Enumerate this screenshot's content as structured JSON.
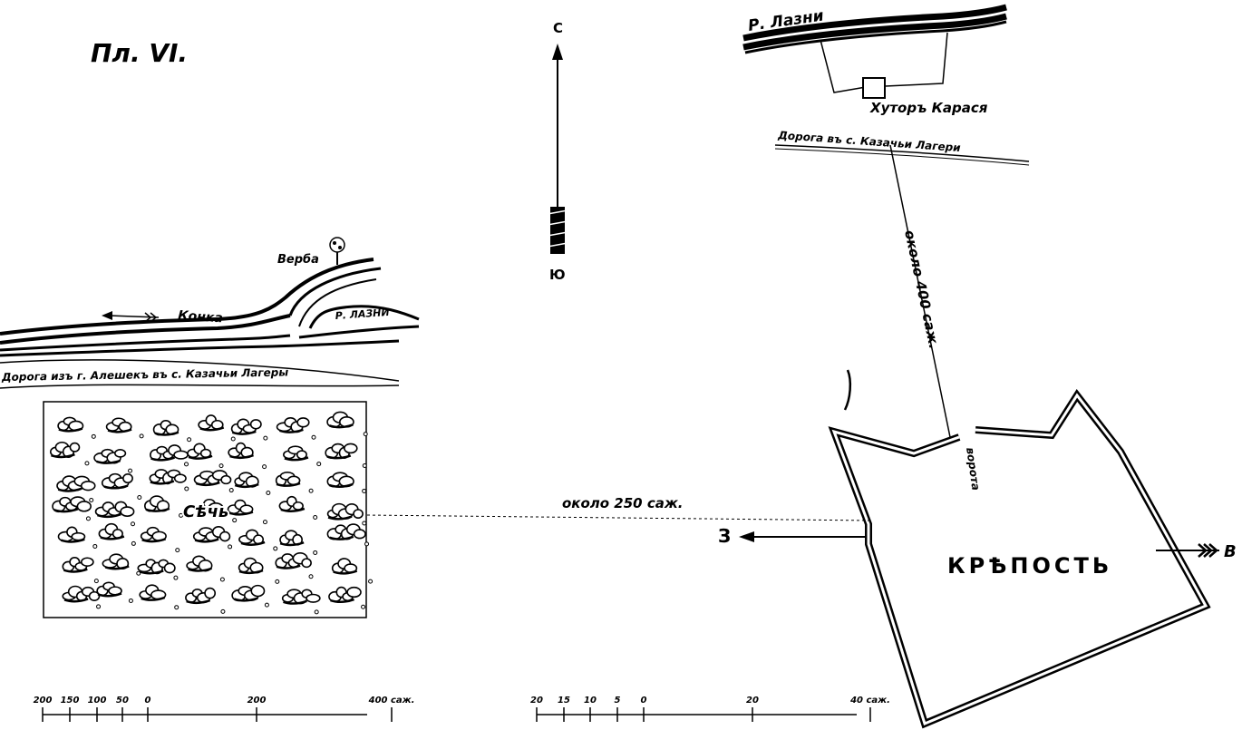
{
  "plate_label": "Пл. VI.",
  "compass": {
    "north": "С",
    "south": "Ю"
  },
  "labels": {
    "river_lazni_top": "Р. Лазни",
    "farm": "Хуторъ Карася",
    "road_cossack_camps": "Дорога въ с. Казачьи Лагери",
    "distance_400": "около 400 саж.",
    "willow": "Верба",
    "river_konka": "Конка",
    "river_lazni_mouth": "Р. ЛАЗНИ",
    "road_aleshki": "Дорога изъ г. Алешекъ въ с. Казачьи Лагеры",
    "sich": "Сѣчь",
    "distance_250": "около 250 саж.",
    "west": "З",
    "east": "В",
    "fortress": "КРѢПОСТЬ",
    "gate": "ворота"
  },
  "scale_left": {
    "ticks": [
      "200",
      "150",
      "100",
      "50",
      "0",
      "200",
      "400 саж."
    ]
  },
  "scale_right": {
    "ticks": [
      "20",
      "15",
      "10",
      "5",
      "0",
      "20",
      "40 саж."
    ]
  },
  "colors": {
    "ink": "#000000",
    "paper": "#ffffff"
  }
}
